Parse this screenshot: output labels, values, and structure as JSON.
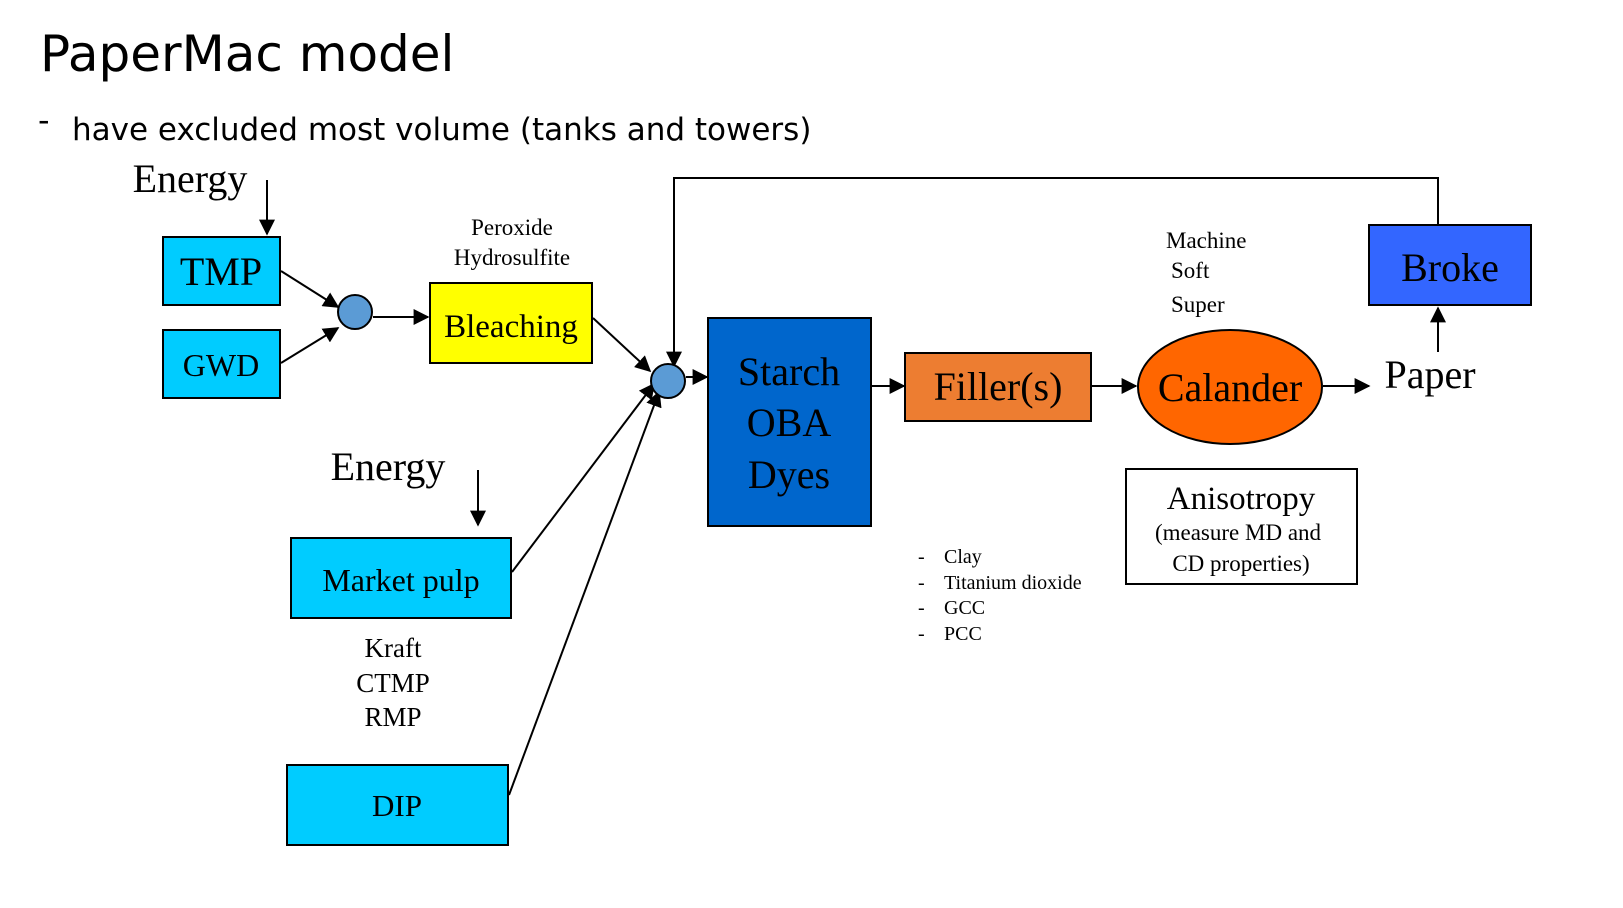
{
  "title": "PaperMac model",
  "subtitle": {
    "bullet": "-",
    "text": "have excluded most volume (tanks and towers)"
  },
  "energy_labels": [
    "Energy",
    "Energy"
  ],
  "boxes": {
    "tmp": "TMP",
    "gwd": "GWD",
    "bleaching": "Bleaching",
    "market_pulp": "Market pulp",
    "dip": "DIP",
    "additives": [
      "Starch",
      "OBA",
      "Dyes"
    ],
    "fillers": "Filler(s)",
    "calander": "Calander",
    "broke": "Broke",
    "anisotropy": {
      "title": "Anisotropy",
      "lines": [
        "(measure MD and",
        "CD properties)"
      ]
    }
  },
  "bleaching_chemicals": [
    "Peroxide",
    "Hydrosulfite"
  ],
  "pulp_types": [
    "Kraft",
    "CTMP",
    "RMP"
  ],
  "calander_types": [
    "Machine",
    "Soft",
    "Super"
  ],
  "filler_types": {
    "bullet": "-",
    "items": [
      "Clay",
      "Titanium dioxide",
      "GCC",
      "PCC"
    ]
  },
  "output": "Paper",
  "colors": {
    "pulp_box": "#00ccff",
    "bleaching": "#ffff00",
    "additives": "#0066cc",
    "fillers": "#ed7d31",
    "calander": "#ff6600",
    "broke": "#3366ff",
    "mixer_node": "#5b9bd5"
  }
}
